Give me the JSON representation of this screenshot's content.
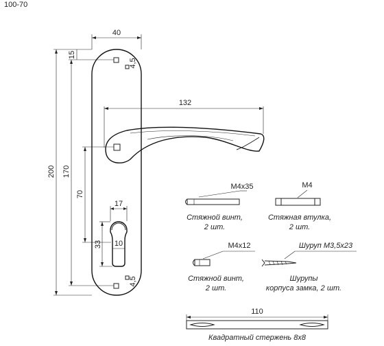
{
  "header": {
    "model": "100-70"
  },
  "dimensions": {
    "plate_width": "40",
    "handle_length": "132",
    "plate_height": "200",
    "center_distance": "170",
    "lever_to_key": "70",
    "screw_offset_top": "15",
    "screw_diameter_top": "4,5",
    "screw_diameter_bottom": "4,5",
    "key_width": "17",
    "key_height": "33",
    "key_slot": "10",
    "spindle_length": "110"
  },
  "parts": [
    {
      "size": "M4x35",
      "caption_line1": "Стяжной винт,",
      "caption_line2": "2 шт."
    },
    {
      "size": "M4",
      "caption_line1": "Стяжная втулка,",
      "caption_line2": "2 шт."
    },
    {
      "size": "M4x12",
      "caption_line1": "Стяжной винт,",
      "caption_line2": "2 шт."
    },
    {
      "size": "Шуруп М3,5х23",
      "caption_line1": "Шурупы",
      "caption_line2": "корпуса замка, 2 шт."
    }
  ],
  "spindle": {
    "caption": "Квадратный стержень 8х8"
  }
}
